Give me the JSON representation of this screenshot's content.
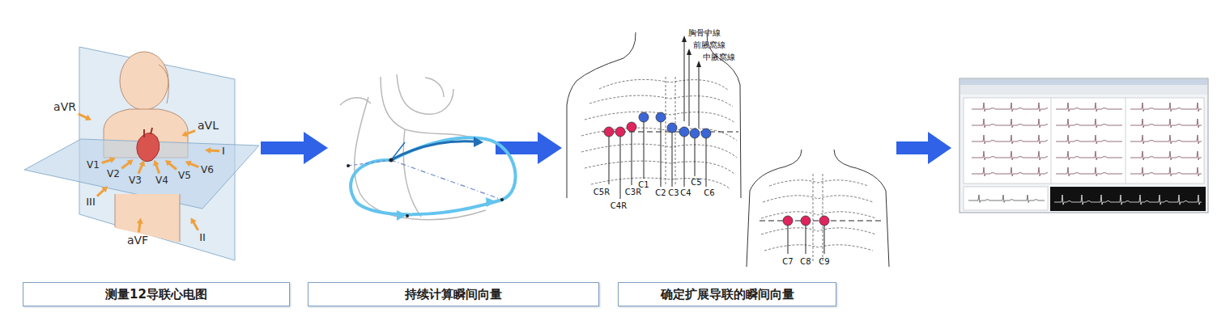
{
  "diagram": {
    "nodes": [
      {
        "text": [
          "测量12导联心电图"
        ]
      },
      {
        "text": [
          "持续计算瞬间向量"
        ]
      },
      {
        "text": [
          "确定扩展导联的瞬间向量"
        ]
      }
    ],
    "labels": [
      "aVR",
      "aVL",
      "I",
      "V1",
      "V2",
      "V3",
      "V4",
      "V5",
      "V6",
      "III",
      "aVF",
      "II",
      "胸骨中線",
      "前腋窩線",
      "中腋窩線",
      "C1",
      "C2",
      "C3",
      "C4",
      "C5",
      "C6",
      "C5R",
      "C3R",
      "C4R",
      "C7",
      "C8",
      "C9"
    ]
  }
}
